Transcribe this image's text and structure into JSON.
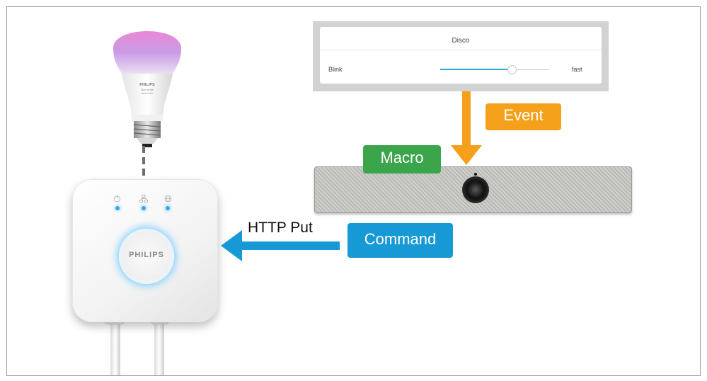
{
  "bulb": {
    "brand": "PHILIPS",
    "subtitle_line1": "Hue white",
    "subtitle_line2": "and color"
  },
  "bridge": {
    "brand": "PHILIPS"
  },
  "panel": {
    "title": "Disco",
    "slider_left": "Blink",
    "slider_right": "fast",
    "slider_value": 0.63
  },
  "labels": {
    "event": "Event",
    "macro": "Macro",
    "command": "Command",
    "http": "HTTP Put"
  },
  "colors": {
    "event": "#f5a01a",
    "macro": "#3aa54a",
    "command": "#1799d6",
    "led": "#39a7e6"
  }
}
